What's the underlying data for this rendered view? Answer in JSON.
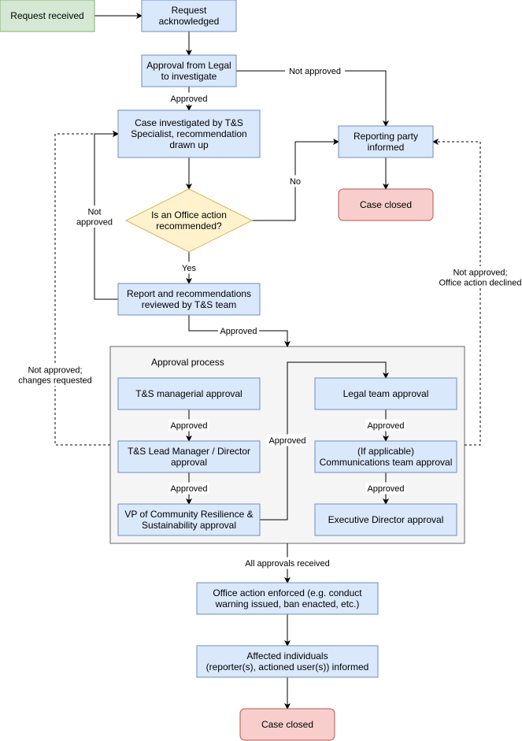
{
  "colors": {
    "process_fill": "#dae8fc",
    "process_stroke": "#6c8ebf",
    "start_fill": "#d5e8d4",
    "start_stroke": "#82b366",
    "end_fill": "#f8cecc",
    "end_stroke": "#b85450",
    "decision_fill": "#fff2cc",
    "decision_stroke": "#d6b656",
    "group_fill": "#f5f5f5",
    "group_stroke": "#666666",
    "edge": "#000000"
  },
  "nodes": {
    "request_received": "Request received",
    "request_acknowledged": [
      "Request",
      "acknowledged"
    ],
    "legal_approval_investigate": [
      "Approval from Legal",
      "to investigate"
    ],
    "case_investigated": [
      "Case investigated by T&S",
      "Specialist, recommendation",
      "drawn up"
    ],
    "office_action_decision": [
      "Is an Office action",
      "recommended?"
    ],
    "report_reviewed": [
      "Report and recommendations",
      "reviewed by T&S team"
    ],
    "reporting_party_informed": [
      "Reporting party",
      "informed"
    ],
    "case_closed_top": "Case closed",
    "ts_managerial_approval": "T&S managerial approval",
    "ts_lead_manager_approval": [
      "T&S Lead Manager / Director",
      "approval"
    ],
    "vp_approval": [
      "VP of Community Resilience &",
      "Sustainability approval"
    ],
    "legal_team_approval": "Legal team approval",
    "communications_approval": [
      "(If applicable)",
      "Communications team approval"
    ],
    "executive_director_approval": "Executive Director approval",
    "office_action_enforced": [
      "Office action enforced (e.g. conduct",
      "warning issued, ban enacted, etc.)"
    ],
    "affected_individuals_informed": [
      "Affected individuals",
      "(reporter(s), actioned user(s)) informed"
    ],
    "case_closed_bottom": "Case closed"
  },
  "group": {
    "title": "Approval process"
  },
  "edge_labels": {
    "approved_legal": "Approved",
    "not_approved_legal": "Not approved",
    "no": "No",
    "yes": "Yes",
    "not_approved_review": [
      "Not",
      "approved"
    ],
    "approved_review": "Approved",
    "not_approved_changes": [
      "Not approved;",
      "changes requested"
    ],
    "not_approved_declined": [
      "Not approved;",
      "Office action declined"
    ],
    "approved_managerial": "Approved",
    "approved_lead": "Approved",
    "approved_vp": "Approved",
    "approved_legal_team": "Approved",
    "approved_comms": "Approved",
    "all_approvals": "All approvals received"
  }
}
